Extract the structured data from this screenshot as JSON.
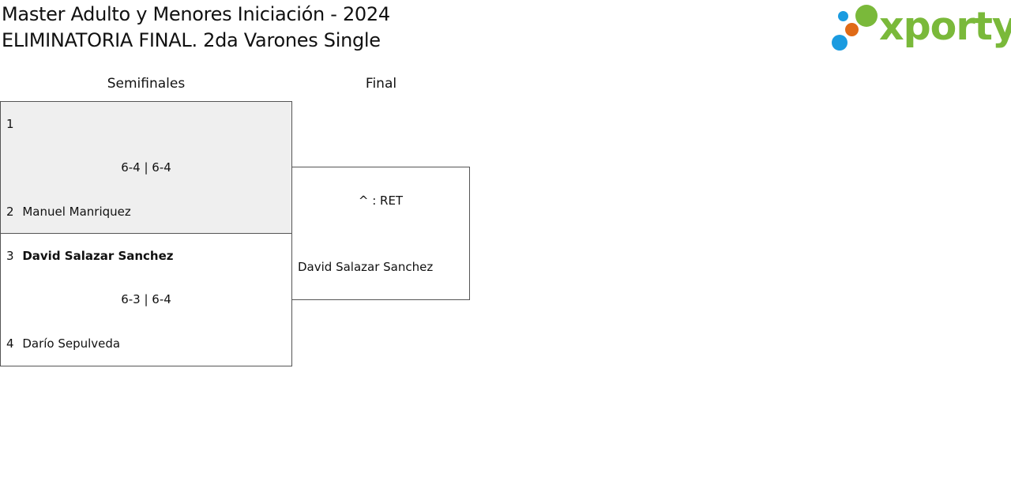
{
  "header": {
    "title_line1": "Master Adulto y Menores Iniciación - 2024",
    "title_line2": "ELIMINATORIA FINAL. 2da Varones Single"
  },
  "logo": {
    "text": "xporty",
    "colors": {
      "green": "#7ab93a",
      "blue": "#1a9be0",
      "orange": "#e06a16"
    }
  },
  "rounds": [
    {
      "label": "Semifinales"
    },
    {
      "label": "Final"
    }
  ],
  "semifinals": [
    {
      "top": {
        "seed": "1",
        "name": ""
      },
      "bottom": {
        "seed": "2",
        "name": "Manuel Manriquez"
      },
      "score": "6-4 | 6-4"
    },
    {
      "top": {
        "seed": "3",
        "name": "David Salazar Sanchez"
      },
      "bottom": {
        "seed": "4",
        "name": "Darío Sepulveda"
      },
      "score": "6-3 | 6-4"
    }
  ],
  "final": {
    "note": "^ : RET",
    "player": "David Salazar Sanchez"
  },
  "colors": {
    "highlight_row": "#efefef",
    "border": "#555555"
  }
}
